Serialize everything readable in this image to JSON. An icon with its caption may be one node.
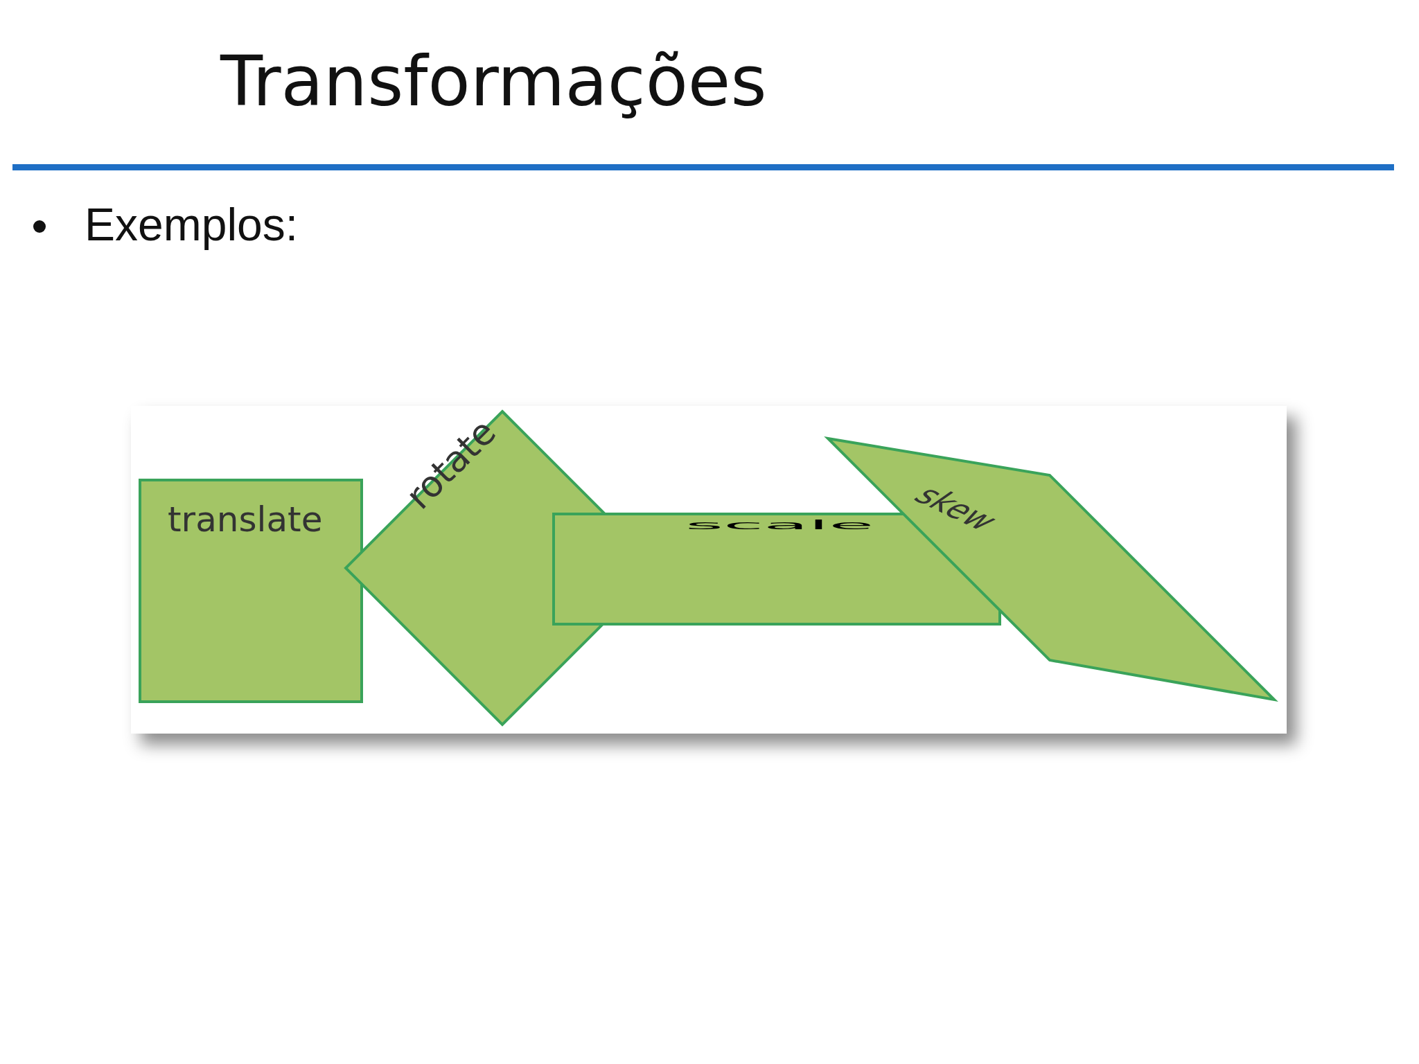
{
  "diagram": {
    "title": "Transformações",
    "nodes": [
      {
        "text": [
          "translate"
        ]
      },
      {
        "text": [
          "rotate"
        ]
      },
      {
        "text": [
          "scale"
        ]
      },
      {
        "text": [
          "skew"
        ]
      }
    ],
    "labels": [
      "Exemplos:"
    ]
  }
}
